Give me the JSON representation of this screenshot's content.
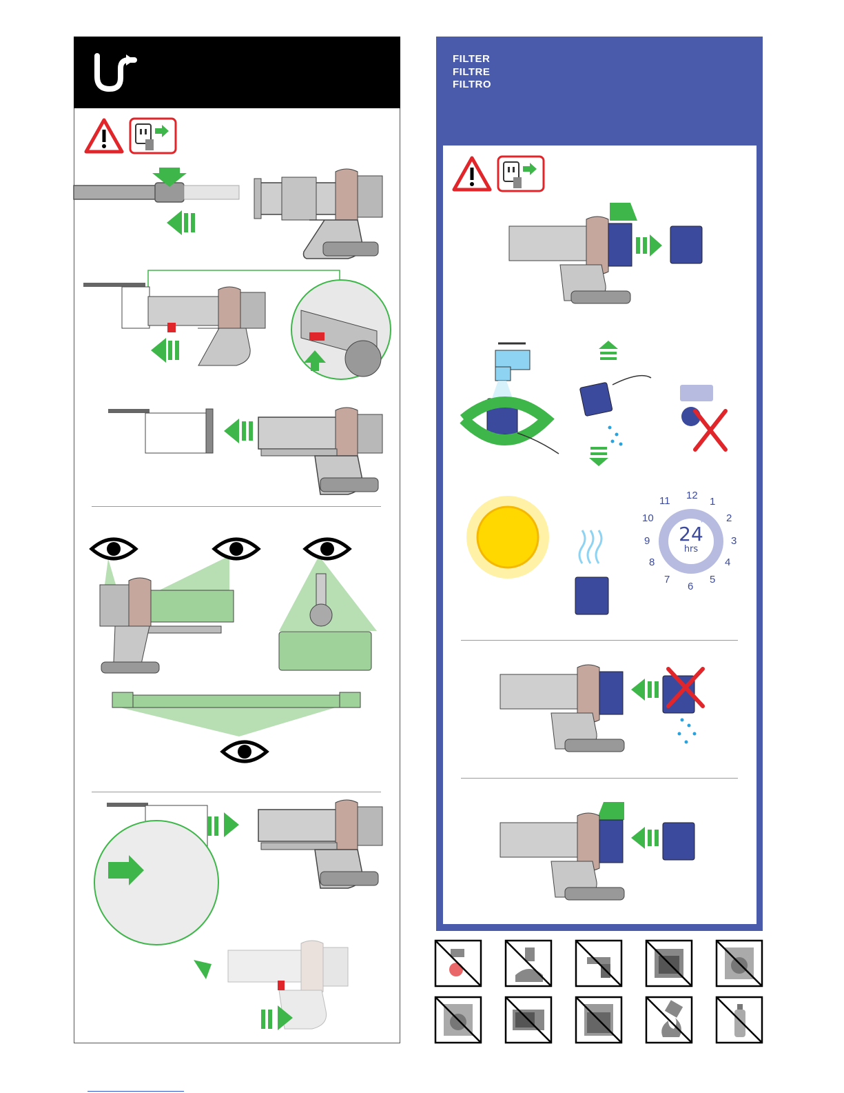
{
  "filter_section": {
    "title_lines": [
      "FILTER",
      "FILTRE",
      "FILTRO"
    ]
  },
  "drying_clock": {
    "duration_value": "24",
    "duration_unit": "hrs",
    "hour_labels": [
      "12",
      "1",
      "2",
      "3",
      "4",
      "5",
      "6",
      "7",
      "8",
      "9",
      "10",
      "11"
    ]
  },
  "colors": {
    "header_black": "#000000",
    "panel_blue": "#4a5bab",
    "arrow_green": "#3fb64a",
    "warning_red": "#e0262a",
    "filter_blue": "#3b4a9c",
    "inspect_green": "#b8deb4",
    "sun_yellow": "#ffd800",
    "clock_lilac": "#b7bbe0",
    "water_blue": "#2aa3dd"
  },
  "icons": {
    "left_header": "pipe-blockage-icon",
    "warning": "warning-triangle-icon",
    "unplug": "unplug-from-mains-icon",
    "inspect": "eye-icon",
    "not_allowed": "cross-out-icon",
    "care_prohibited": [
      "no-hot-water-icon",
      "no-detergent-icon",
      "no-brush-icon",
      "no-oven-icon",
      "no-tumble-dryer-icon",
      "no-washing-machine-icon",
      "no-microwave-icon",
      "no-dishwasher-icon",
      "no-fire-icon",
      "no-aerosol-icon"
    ]
  }
}
